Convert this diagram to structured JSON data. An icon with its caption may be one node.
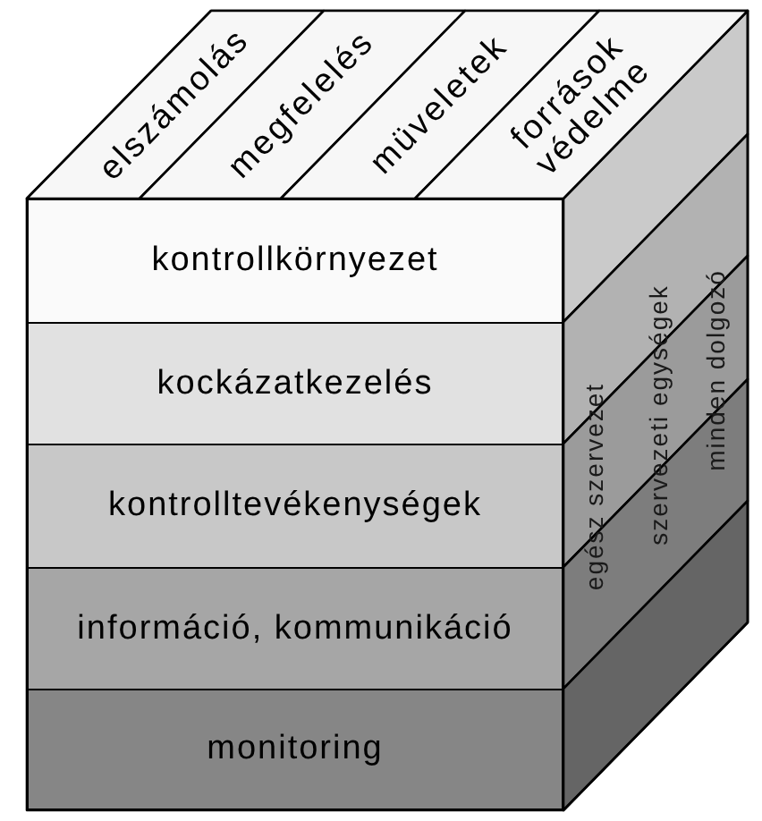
{
  "diagram": {
    "nodes": [
      {
        "text": [
          "elszámolás"
        ]
      },
      {
        "text": [
          "megfelelés"
        ]
      },
      {
        "text": [
          "müveletek"
        ]
      },
      {
        "text": [
          "források védelme"
        ]
      },
      {
        "text": [
          "kontrollkörnyezet"
        ]
      },
      {
        "text": [
          "kockázatkezelés"
        ]
      },
      {
        "text": [
          "kontrolltevékenységek"
        ]
      },
      {
        "text": [
          "információ, kommunikáció"
        ]
      },
      {
        "text": [
          "monitoring"
        ]
      }
    ],
    "labels": [
      "egész szervezet",
      "szervezeti egységek",
      "minden dolgozó"
    ]
  }
}
